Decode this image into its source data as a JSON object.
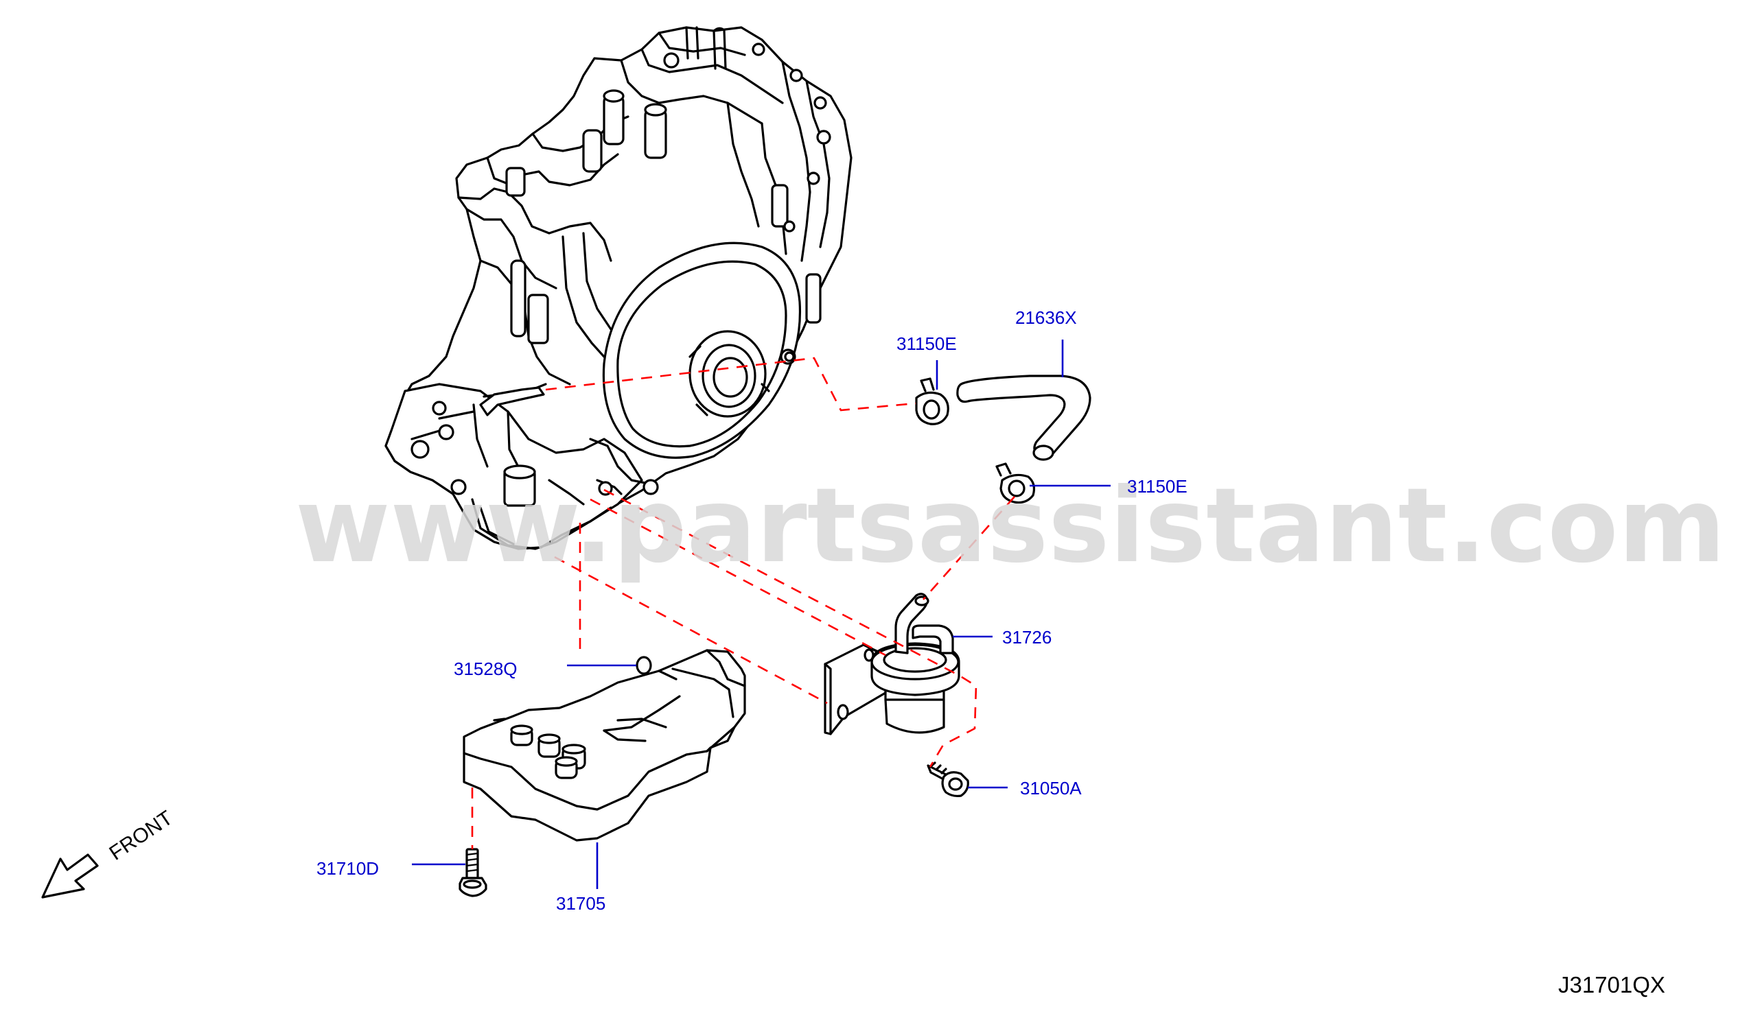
{
  "watermark": "www.partsassistant.com",
  "diagram_code": "J31701QX",
  "front_label": "FRONT",
  "colors": {
    "label": "#0000cc",
    "dashed_leader": "#ff0000",
    "watermark": "#d8d8d8",
    "line": "#000000"
  },
  "parts": [
    {
      "id": "31150E"
    },
    {
      "id": "21636X"
    },
    {
      "id": "31150E"
    },
    {
      "id": "31726"
    },
    {
      "id": "31528Q"
    },
    {
      "id": "31050A"
    },
    {
      "id": "31710D"
    },
    {
      "id": "31705"
    }
  ],
  "icons": [
    "front-arrow-icon"
  ]
}
